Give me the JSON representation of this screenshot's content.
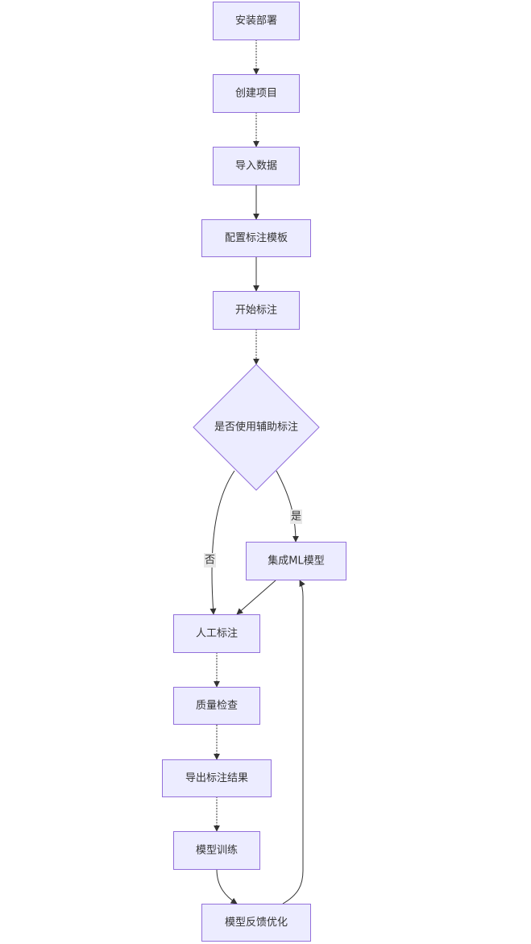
{
  "diagram": {
    "nodes": {
      "install": "安装部署",
      "create_project": "创建项目",
      "import_data": "导入数据",
      "config_template": "配置标注模板",
      "start_label": "开始标注",
      "decision": "是否使用辅助标注",
      "integrate_ml": "集成ML模型",
      "manual_label": "人工标注",
      "quality_check": "质量检查",
      "export_results": "导出标注结果",
      "model_training": "模型训练",
      "feedback": "模型反馈优化"
    },
    "edge_labels": {
      "yes": "是",
      "no": "否"
    },
    "colors": {
      "node_fill": "#ececff",
      "node_stroke": "#9370db",
      "edge": "#333333",
      "label_background": "#e8e8e8"
    }
  }
}
